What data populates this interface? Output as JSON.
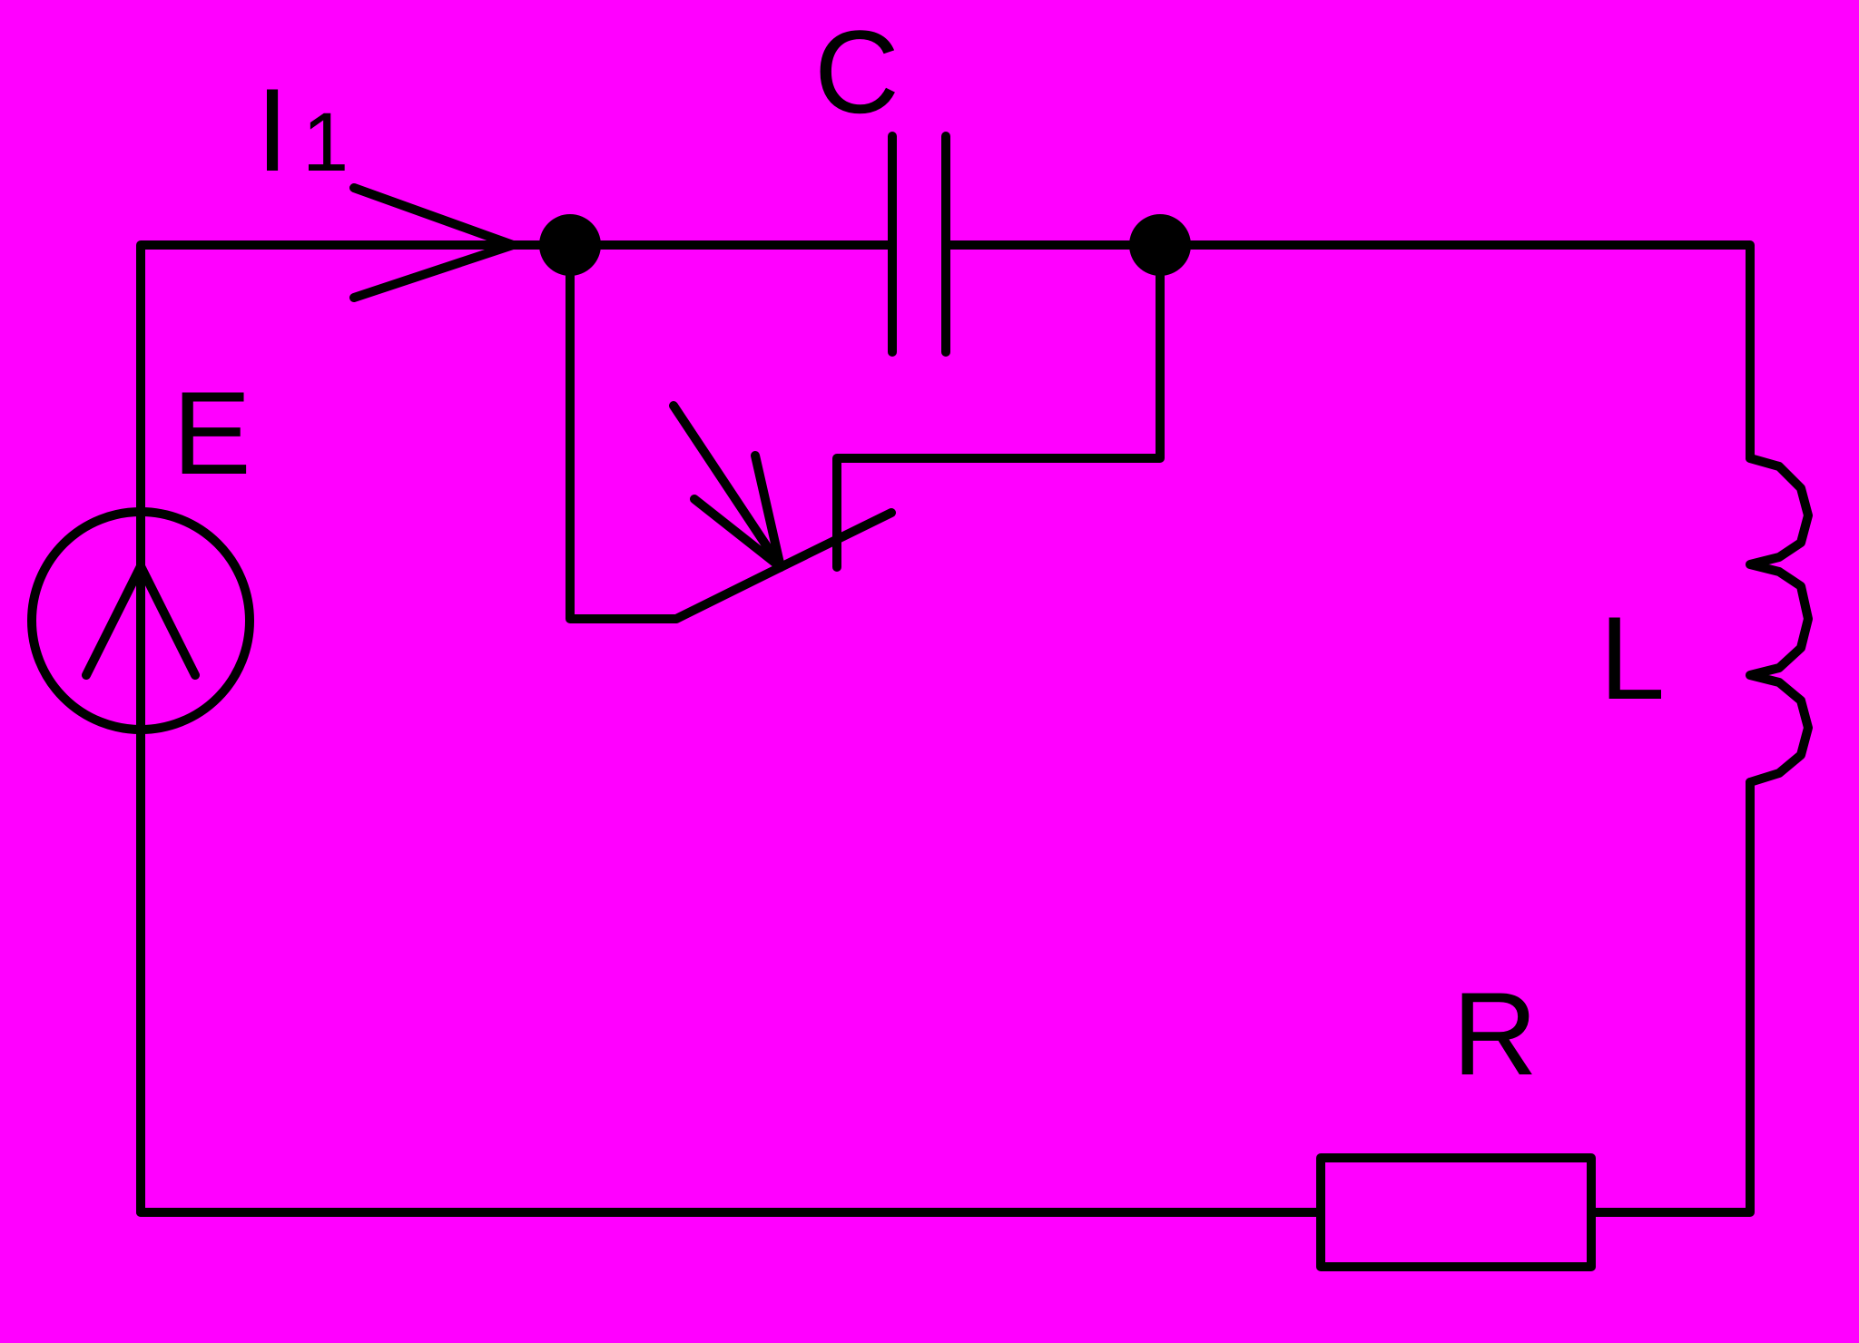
{
  "diagram": {
    "background": "#ff00ff",
    "stroke_color": "#000000",
    "labels": {
      "current": "I",
      "current_subscript": "1",
      "capacitor": "C",
      "source": "E",
      "inductor": "L",
      "resistor": "R"
    }
  }
}
